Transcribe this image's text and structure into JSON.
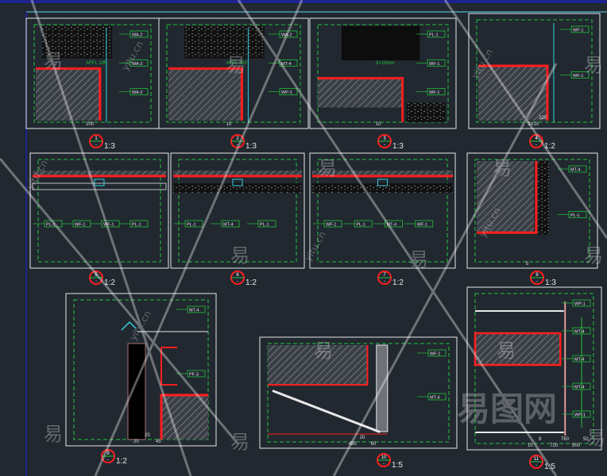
{
  "drawing": {
    "background": "#212830",
    "colors": {
      "frame": "#e8e8e8",
      "dash": "#22c33a",
      "section": "#ff1e1e",
      "hatch": "#8a8f96",
      "cyan": "#35d0e0",
      "border": "#1c22a8",
      "guide": "#5fd6f0"
    },
    "watermark": {
      "brand": "易图网",
      "glyph": "易",
      "site": "yitu.cn"
    },
    "details": [
      {
        "num": "1",
        "sub": "-",
        "scale": "1:3",
        "tags": [
          "WA-2",
          "WA-2",
          "WA-2"
        ],
        "dims": [
          "200"
        ],
        "level": "AFFL 185"
      },
      {
        "num": "2",
        "sub": "-",
        "scale": "1:3",
        "tags": [
          "WA-2",
          "MT-4",
          "WP-1"
        ],
        "dims": [
          "10"
        ],
        "level": "AFFL 320"
      },
      {
        "num": "3",
        "sub": "-",
        "scale": "1:3",
        "tags": [
          "PL-1",
          "WF-1",
          "WF-1"
        ],
        "dims": [
          "10"
        ],
        "level": "3×10mm"
      },
      {
        "num": "4",
        "sub": "-",
        "scale": "1:2",
        "tags": [
          "WF-1",
          "WF-1"
        ],
        "dims": [
          "3X10",
          "320"
        ],
        "level": ""
      },
      {
        "num": "5",
        "sub": "-",
        "scale": "1:2",
        "tags": [
          "PL-1",
          "WF-1",
          "WF-1",
          "PL-1"
        ],
        "dims": [],
        "level": ""
      },
      {
        "num": "6",
        "sub": "-",
        "scale": "1:2",
        "tags": [
          "PL-1",
          "MT-4",
          "PL-1"
        ],
        "dims": [],
        "level": ""
      },
      {
        "num": "7",
        "sub": "-",
        "scale": "1:2",
        "tags": [
          "WF-1",
          "PL-1",
          "MT-4",
          "WF-1"
        ],
        "dims": [],
        "level": ""
      },
      {
        "num": "8",
        "sub": "-",
        "scale": "1:3",
        "tags": [
          "MT-4",
          "PL-1"
        ],
        "dims": [
          "5"
        ],
        "level": ""
      },
      {
        "num": "9",
        "sub": "-",
        "scale": "1:2",
        "tags": [
          "MT-4",
          "PF-3"
        ],
        "dims": [
          "20",
          "20",
          "45"
        ],
        "level": ""
      },
      {
        "num": "10",
        "sub": "-",
        "scale": "1:5",
        "tags": [
          "WF-1",
          "MT-4"
        ],
        "dims": [
          "485",
          "20",
          "60"
        ],
        "level": ""
      },
      {
        "num": "11",
        "sub": "-",
        "scale": "1:5",
        "tags": [
          "WP-1",
          "MT-4",
          "MT-4",
          "MT-4",
          "WP-1"
        ],
        "dims": [
          "10",
          "8",
          "720",
          "760",
          "500",
          "50"
        ],
        "level": ""
      }
    ]
  }
}
